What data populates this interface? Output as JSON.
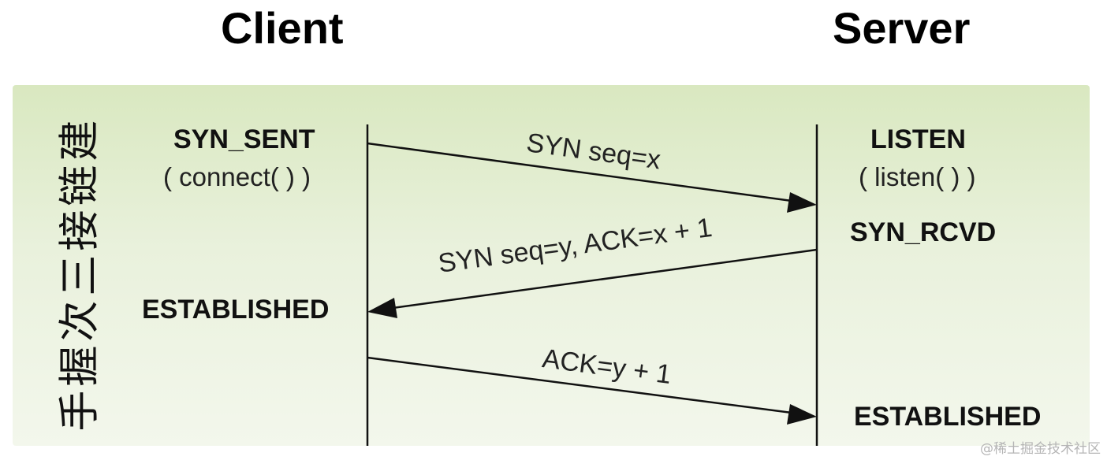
{
  "header": {
    "client": "Client",
    "server": "Server"
  },
  "side_label": [
    "建",
    "链",
    "接",
    "三",
    "次",
    "握",
    "手"
  ],
  "client_states": {
    "syn_sent": "SYN_SENT",
    "connect_call": "( connect( ) )",
    "established": "ESTABLISHED"
  },
  "server_states": {
    "listen": "LISTEN",
    "listen_call": "( listen( ) )",
    "syn_rcvd": "SYN_RCVD",
    "established": "ESTABLISHED"
  },
  "messages": {
    "syn": "SYN seq=x",
    "syn_ack": "SYN seq=y, ACK=x + 1",
    "ack": "ACK=y + 1"
  },
  "watermark": "@稀土掘金技术社区",
  "colors": {
    "panel_top": "#d9e8c0",
    "panel_bottom": "#f3f7ec",
    "line": "#111111"
  }
}
